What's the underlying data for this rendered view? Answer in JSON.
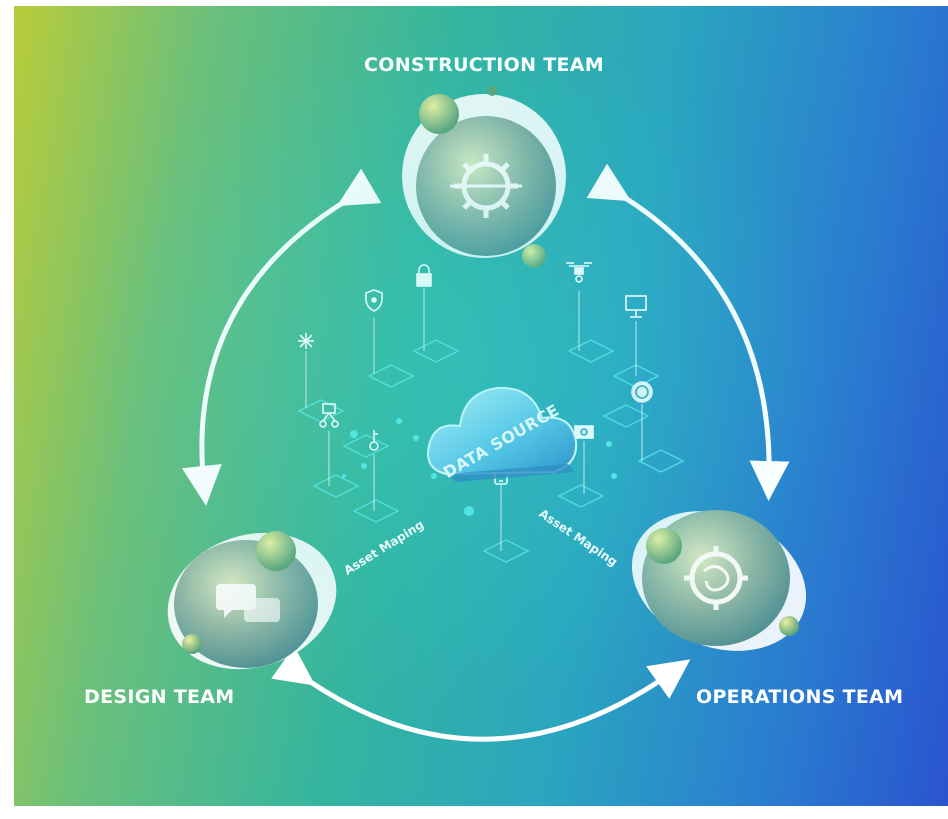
{
  "teams": {
    "construction": "CONSTRUCTION TEAM",
    "design": "DESIGN TEAM",
    "operations": "OPERATIONS TEAM"
  },
  "center": {
    "label": "DATA SOURCE"
  },
  "flows": {
    "left": "Asset Maping",
    "right": "Asset Maping"
  },
  "icons": {
    "construction_node": "gear-icon",
    "design_node": "speech-bubbles-icon",
    "operations_node": "gear-swirl-icon",
    "peripherals": [
      "snowflake-icon",
      "shield-icon",
      "lock-icon",
      "drone-icon",
      "monitor-icon",
      "globe-icon",
      "network-icon",
      "key-icon",
      "camera-icon",
      "phone-icon"
    ]
  },
  "colors": {
    "gradient_left": "#b9cc3a",
    "gradient_mid": "#2fb0b0",
    "gradient_right": "#2a54cf",
    "accent_cyan": "#5ef0f0",
    "label_white": "#ffffff"
  }
}
